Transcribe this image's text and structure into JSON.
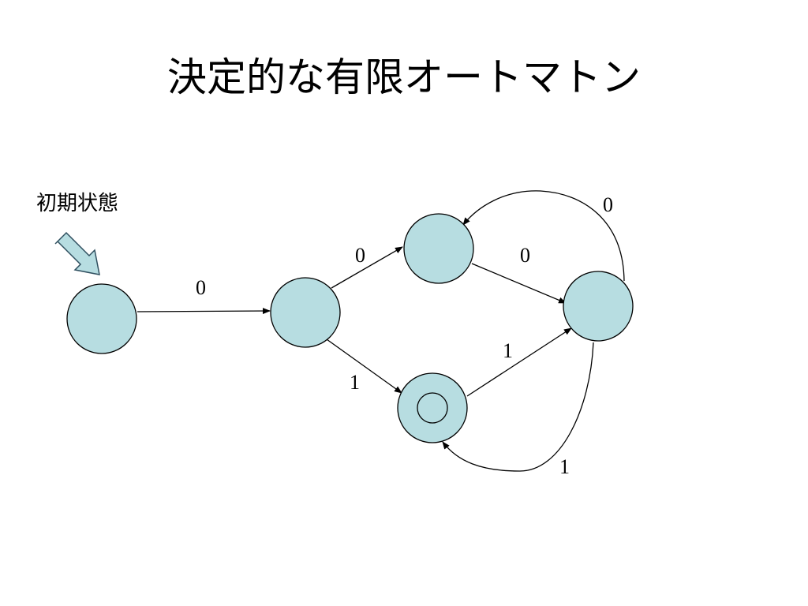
{
  "title": "決定的な有限オートマトン",
  "initial_state_label": "初期状態",
  "colors": {
    "state_fill": "#b7dde1",
    "stroke": "#000000",
    "arrow_fill": "#b7dde1"
  },
  "edges": [
    {
      "from": "q0",
      "to": "q1",
      "label": "0"
    },
    {
      "from": "q1",
      "to": "q2",
      "label": "0"
    },
    {
      "from": "q1",
      "to": "q3",
      "label": "1"
    },
    {
      "from": "q2",
      "to": "q4",
      "label": "0"
    },
    {
      "from": "q3",
      "to": "q4",
      "label": "1"
    },
    {
      "from": "q4",
      "to": "q2",
      "label": "0"
    },
    {
      "from": "q4",
      "to": "q3",
      "label": "1"
    }
  ]
}
